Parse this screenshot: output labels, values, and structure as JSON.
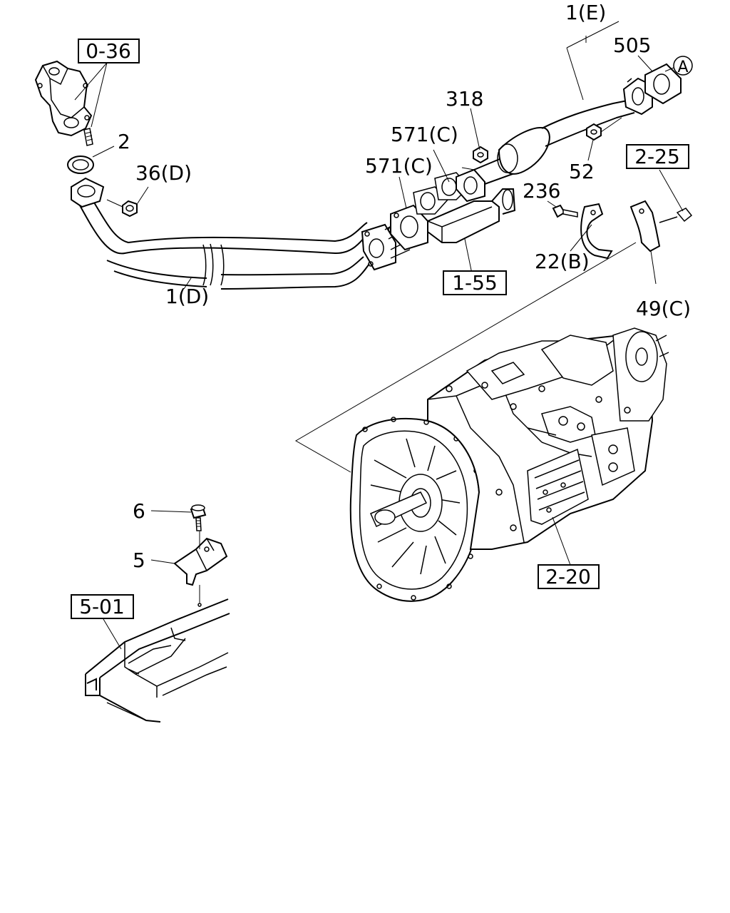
{
  "callouts": {
    "ref_0_36": "0-36",
    "part_2": "2",
    "part_36d": "36(D)",
    "part_1d": "1(D)",
    "part_1e": "1(E)",
    "part_505": "505",
    "circle_a": "A",
    "part_318": "318",
    "part_571c_upper": "571(C)",
    "part_571c_lower": "571(C)",
    "part_52": "52",
    "ref_2_25": "2-25",
    "part_236": "236",
    "part_22b": "22(B)",
    "ref_1_55": "1-55",
    "part_49c": "49(C)",
    "part_6": "6",
    "part_5": "5",
    "ref_5_01": "5-01",
    "ref_2_20": "2-20"
  }
}
